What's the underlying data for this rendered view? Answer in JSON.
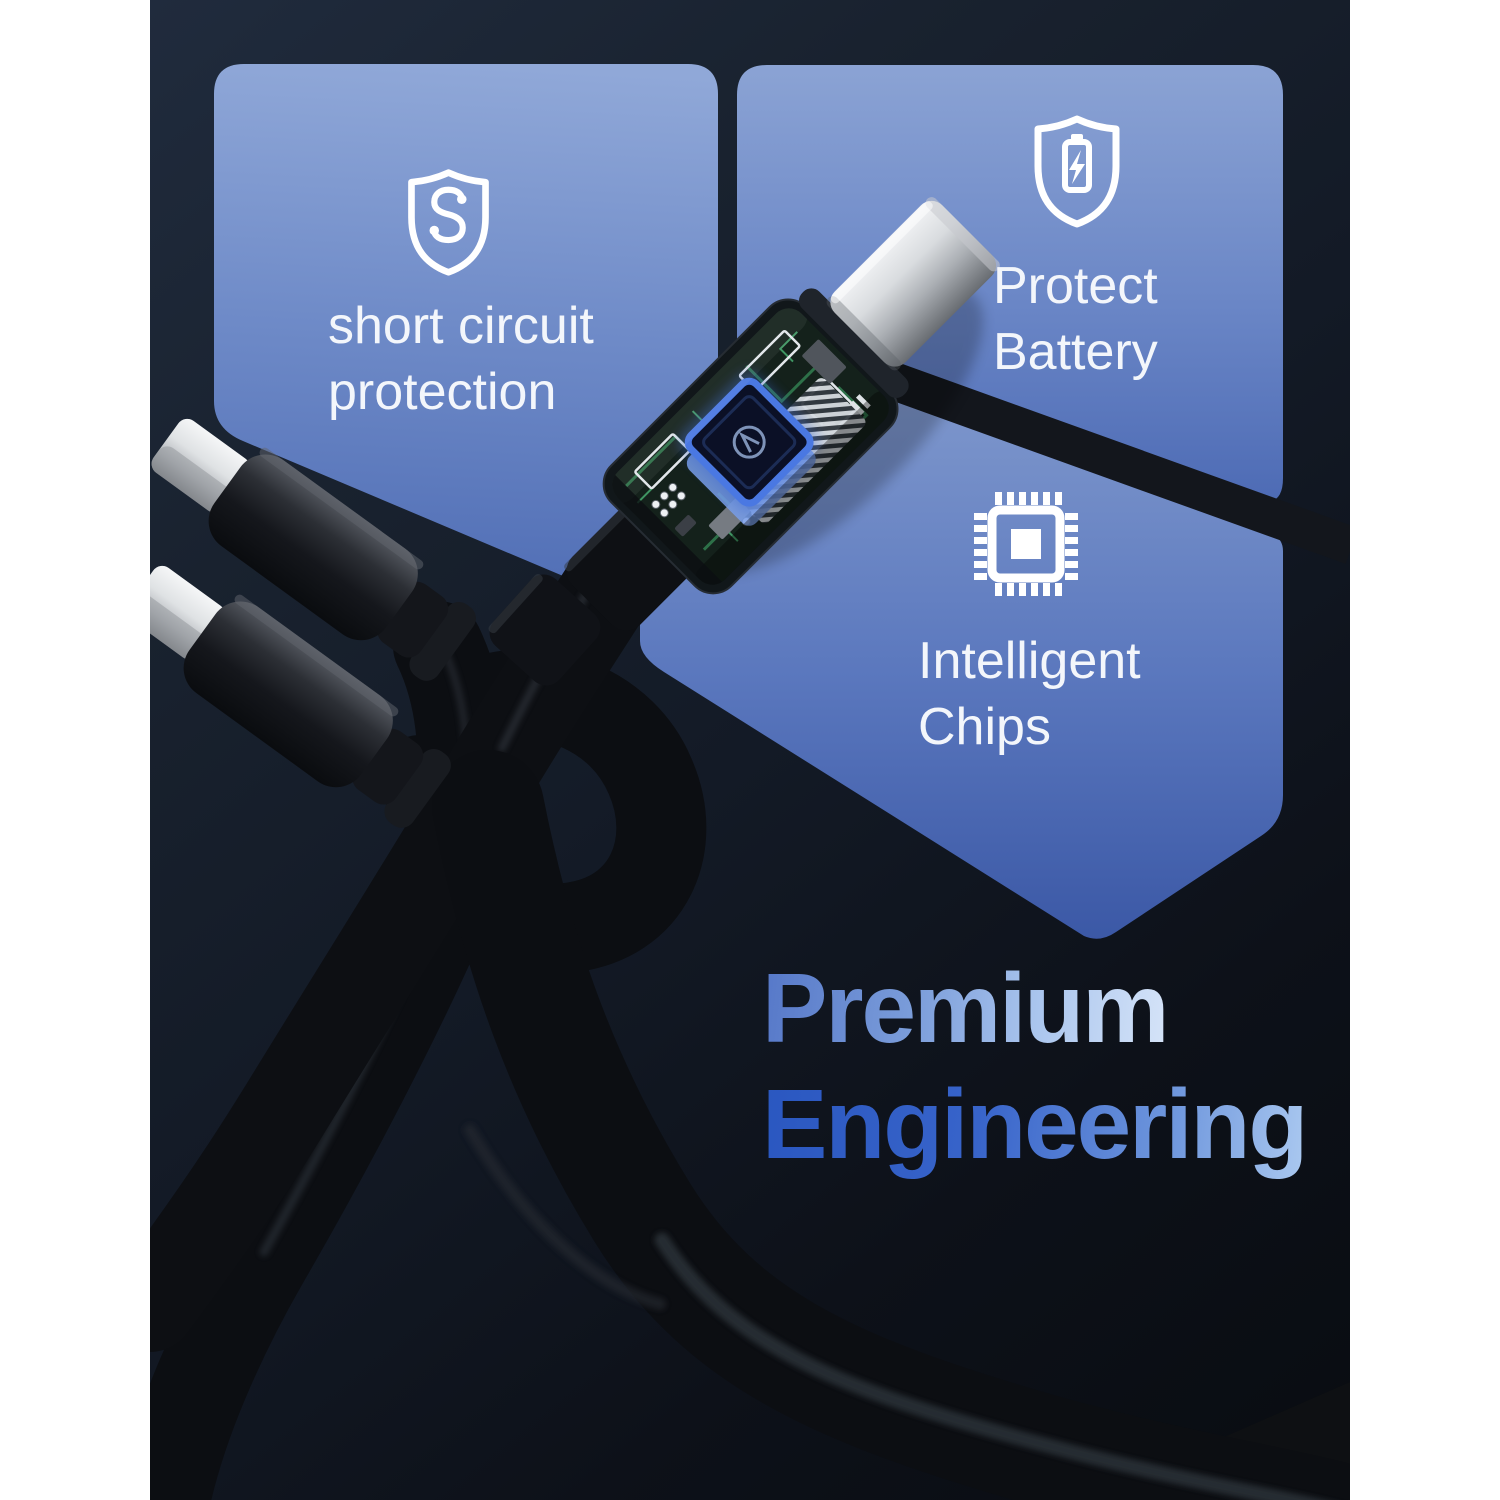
{
  "product_banner": {
    "features": [
      {
        "id": "short-circuit-protection",
        "icon": "shield-circuit-icon",
        "line1": "short circuit",
        "line2": "protection"
      },
      {
        "id": "protect-battery",
        "icon": "shield-battery-icon",
        "line1": "Protect",
        "line2": "Battery"
      },
      {
        "id": "intelligent-chips",
        "icon": "cpu-chip-icon",
        "line1": "Intelligent",
        "line2": "Chips"
      }
    ],
    "headline": {
      "line1": "Premium",
      "line2": "Engineering"
    },
    "colors": {
      "page_margin": "#ffffff",
      "background_navy_top": "#202b3d",
      "background_navy_bottom": "#090c11",
      "panel_blue_light": "#90a8d8",
      "panel_blue_deep": "#3a57a5",
      "headline_light_blue": "#d6e4f8",
      "headline_deep_blue": "#2a57c0",
      "cable_black": "#0c0e12",
      "metal_silver": "#c9ccd0",
      "pcb_green": "#2d7048",
      "chip_blue": "#4a78e2",
      "label_white": "#f3f6fb"
    }
  }
}
